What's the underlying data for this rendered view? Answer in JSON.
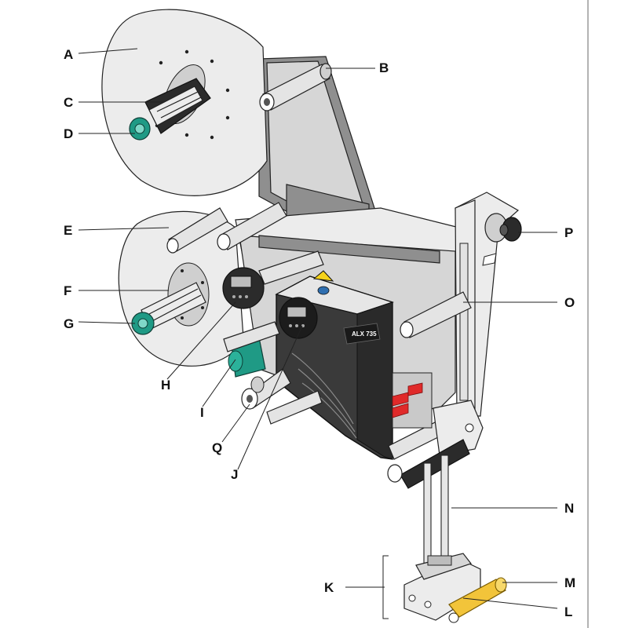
{
  "labels": [
    {
      "id": "A",
      "text": "A"
    },
    {
      "id": "B",
      "text": "B"
    },
    {
      "id": "C",
      "text": "C"
    },
    {
      "id": "D",
      "text": "D"
    },
    {
      "id": "E",
      "text": "E"
    },
    {
      "id": "F",
      "text": "F"
    },
    {
      "id": "G",
      "text": "G"
    },
    {
      "id": "H",
      "text": "H"
    },
    {
      "id": "I",
      "text": "I"
    },
    {
      "id": "J",
      "text": "J"
    },
    {
      "id": "K",
      "text": "K"
    },
    {
      "id": "L",
      "text": "L"
    },
    {
      "id": "M",
      "text": "M"
    },
    {
      "id": "N",
      "text": "N"
    },
    {
      "id": "O",
      "text": "O"
    },
    {
      "id": "P",
      "text": "P"
    },
    {
      "id": "Q",
      "text": "Q"
    }
  ],
  "device": {
    "model_text": "ALX 735"
  },
  "colors": {
    "hub_green": "#1f9a85",
    "applicator_roller": "#f2c43a",
    "sensor_red": "#e02a2a",
    "warning_yellow": "#f5d21a",
    "housing_dark": "#3a3a3a"
  }
}
